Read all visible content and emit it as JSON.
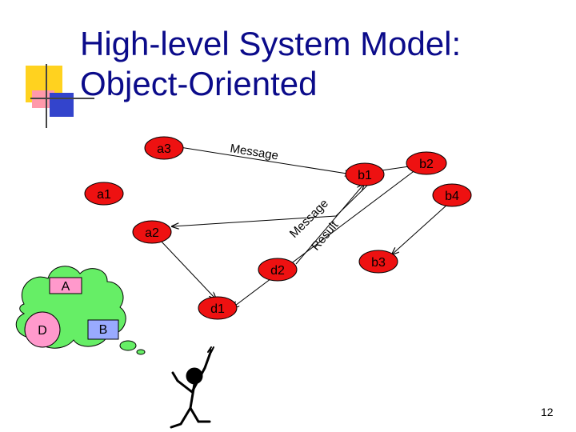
{
  "slide": {
    "title_line1": "High-level System Model:",
    "title_line2": "Object-Oriented",
    "page_number": "12"
  },
  "objects": {
    "a1": "a1",
    "a2": "a2",
    "a3": "a3",
    "b1": "b1",
    "b2": "b2",
    "b3": "b3",
    "b4": "b4",
    "d1": "d1",
    "d2": "d2",
    "A": "A",
    "B": "B",
    "D": "D"
  },
  "labels": {
    "message_top": "Message",
    "message_mid": "Message",
    "result": "Result"
  },
  "colors": {
    "object_fill": "#ee1111",
    "thought_fill": "#66ee66",
    "client_fill": "#ff99cc",
    "window_fill": "#99aaff",
    "title_color": "#0b0b8a",
    "deco_yellow": "#ffd21f",
    "deco_blue": "#3344cc",
    "deco_pink": "#ff99aa"
  }
}
